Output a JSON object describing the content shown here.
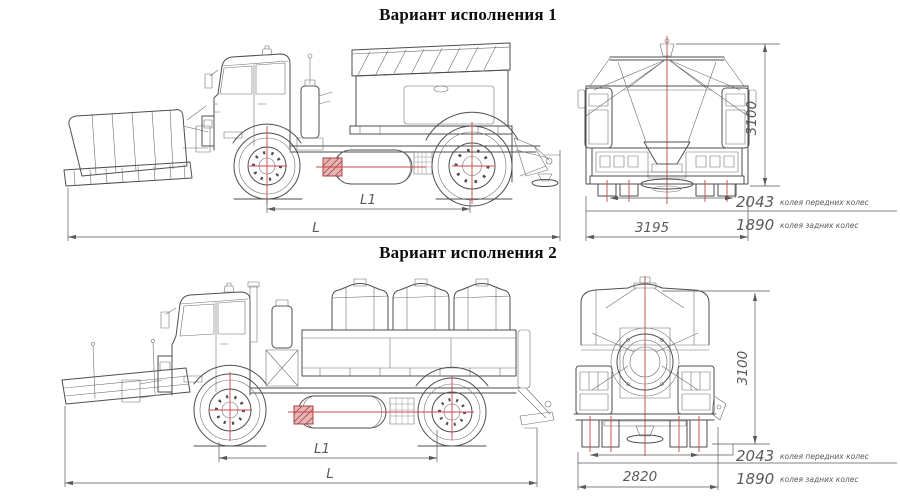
{
  "page": {
    "background": "#ffffff"
  },
  "colors": {
    "drawing_line": "#4e4e4e",
    "centerline_red": "#c64848",
    "dimension_text": "#5a5a5a"
  },
  "variant1": {
    "title": "Вариант исполнения 1",
    "dimensions": {
      "wheelbase": "L1",
      "overall_length": "L",
      "overall_height": "3100",
      "overall_width": "3195",
      "front_track": "2043",
      "front_track_caption": "колея передних колес",
      "rear_track": "1890",
      "rear_track_caption": "колея задних колес"
    }
  },
  "variant2": {
    "title": "Вариант исполнения 2",
    "dimensions": {
      "wheelbase": "L1",
      "overall_length": "L",
      "overall_height": "3100",
      "overall_width": "2820",
      "front_track": "2043",
      "front_track_caption": "колея передних колес",
      "rear_track": "1890",
      "rear_track_caption": "колея задних колес"
    }
  }
}
